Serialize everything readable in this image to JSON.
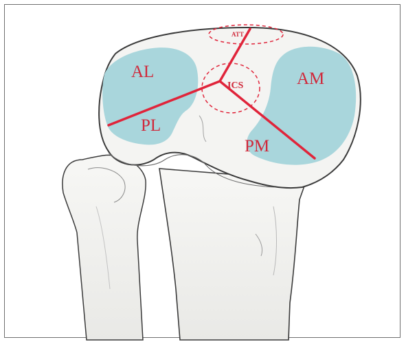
{
  "labels": {
    "al": "AL",
    "am": "AM",
    "pl": "PL",
    "pm": "PM",
    "ics": "ICS",
    "att": "ATT"
  },
  "colors": {
    "condyle": "#a9d6dc",
    "line": "#e0243a",
    "outline": "#3a3a3a",
    "bone": "#f2f2f0"
  }
}
